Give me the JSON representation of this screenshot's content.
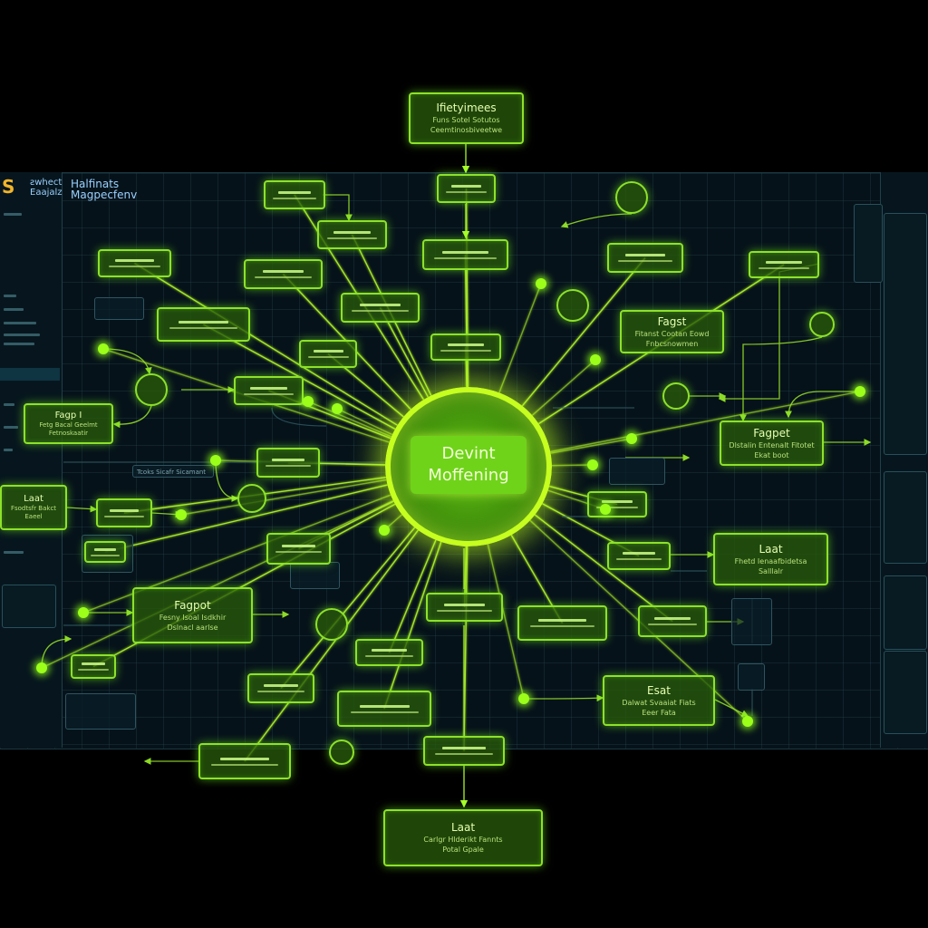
{
  "app": {
    "brand": "S",
    "title_line1": "ƨwhect",
    "title_line2": "Eaajalz",
    "subtitle_line1": "Halfinats",
    "subtitle_line2": "Magpecfenv"
  },
  "colors": {
    "accent": "#8ee12a",
    "glow": "#9cff1a",
    "core_ring": "#c6ff1f",
    "background": "#000000",
    "grid_panel": "#06121a",
    "brand": "#f2b52a"
  },
  "core": {
    "line1": "Devint",
    "line2": "Moffening"
  },
  "nodes": {
    "top": {
      "title": "Ifietyimees",
      "sub1": "Funs Sotel Sotutos",
      "sub2": "Ceemtinosbiveetwe"
    },
    "bottom": {
      "title": "Laat",
      "sub1": "Carlgr Hlderikt Fannts",
      "sub2": "Potal Gpale"
    },
    "left_a": {
      "title": "Fagp I",
      "sub1": "Fetg Bacal Geelmt",
      "sub2": "Fetnoskaatir"
    },
    "left_b": {
      "title": "Fagpot",
      "sub1": "Fesny Isoal Isdkhir",
      "sub2": "Dslnacl aarlse"
    },
    "left_c": {
      "title": "Laat",
      "sub1": "Fsodtsfr Bakct",
      "sub2": "Eaeel"
    },
    "right_a": {
      "title": "Fagpet",
      "sub1": "Dlstalin Entenalt Fitotet",
      "sub2": "Ekat boot"
    },
    "right_b": {
      "title": "Laat",
      "sub1": "Fhetd Ienaafbidetsa",
      "sub2": "Salllalr"
    },
    "right_c": {
      "title": "Fagst",
      "sub1": "Fitanst Cootan Eowd",
      "sub2": "Fnbcsnowmen"
    },
    "right_d": {
      "title": "Esat",
      "sub1": "Dalwat Svaaiat Fiats",
      "sub2": "Eeer Fata"
    }
  },
  "labels": {
    "connector_note": "Tcoks Sicafr Sicamant"
  }
}
